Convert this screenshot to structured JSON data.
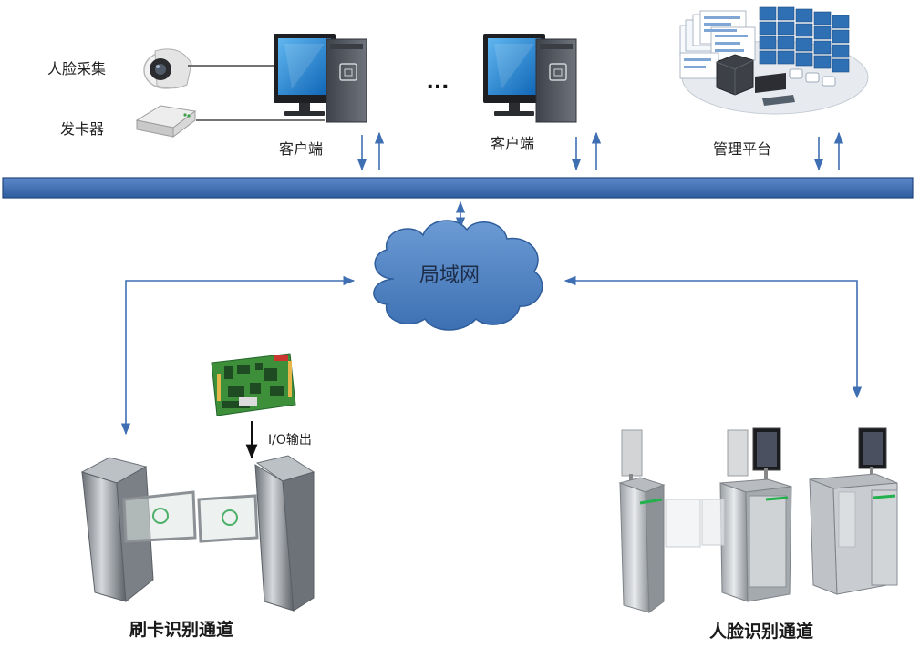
{
  "labels": {
    "face_capture": "人脸采集",
    "card_issuer": "发卡器",
    "client_1": "客户端",
    "ellipsis": "...",
    "client_2": "客户端",
    "management_platform": "管理平台",
    "lan": "局域网",
    "io_output": "I/O输出",
    "card_channel": "刷卡识别通道",
    "face_channel": "人脸识别通道"
  },
  "colors": {
    "bus": "#3d6fb6",
    "bus_border": "#23467e",
    "arrow": "#3f6fb3",
    "cloud": "#4a7fc0",
    "cloud_edge": "#305e9c",
    "monitor_screen": "#1d8ad8",
    "tower": "#5a5e66",
    "pcb": "#3d8f3a",
    "steel": "#9aa0a6",
    "green_band": "#22b14c"
  },
  "icons": [
    "face-camera-icon",
    "card-reader-icon",
    "client-computer-icon",
    "management-platform-icon",
    "lan-cloud-icon",
    "controller-board-icon",
    "swing-gate-icon",
    "face-gate-icon"
  ]
}
